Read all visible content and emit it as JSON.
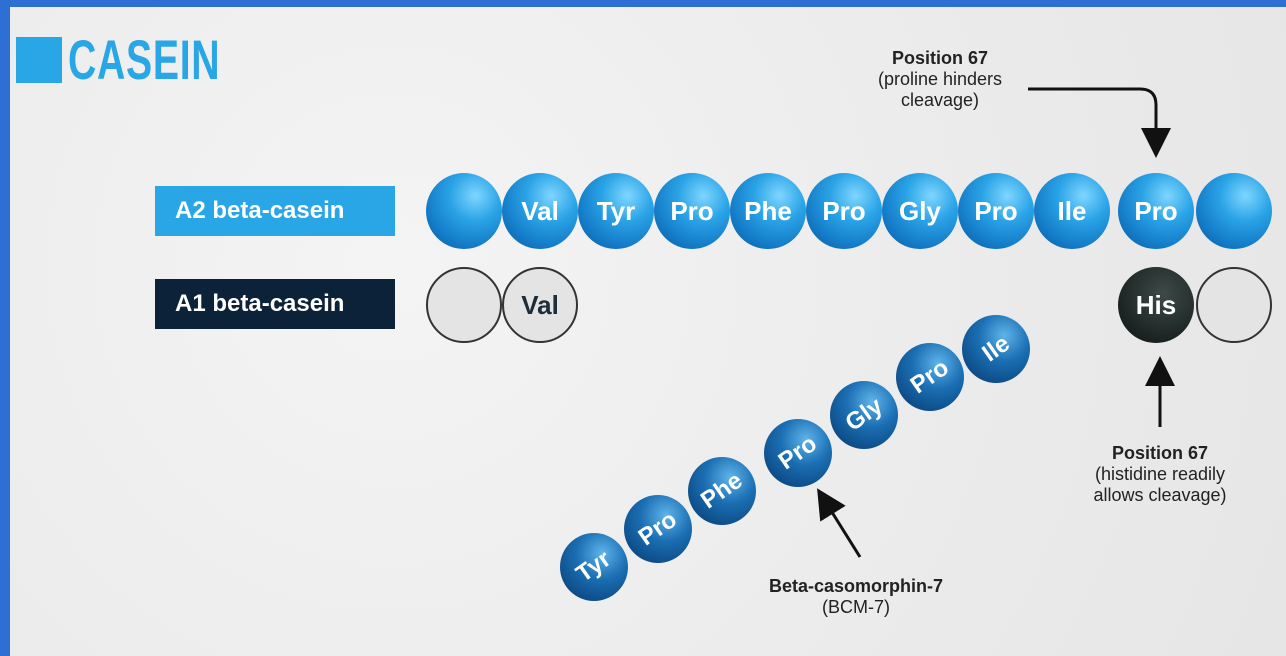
{
  "title": "CASEIN",
  "labels": {
    "a2": "A2 beta-casein",
    "a1": "A1 beta-casein"
  },
  "a2_chain": [
    "",
    "Val",
    "Tyr",
    "Pro",
    "Phe",
    "Pro",
    "Gly",
    "Pro",
    "Ile",
    "Pro",
    ""
  ],
  "a1_chain": {
    "left": [
      "",
      "Val"
    ],
    "right": [
      "His",
      ""
    ]
  },
  "bcm7_chain": [
    "Tyr",
    "Pro",
    "Phe",
    "Pro",
    "Gly",
    "Pro",
    "Ile"
  ],
  "notes": {
    "top": {
      "heading": "Position 67",
      "line1": "(proline hinders",
      "line2": "cleavage)"
    },
    "bottom": {
      "heading": "Position 67",
      "line1": "(histidine readily",
      "line2": "allows cleavage)"
    },
    "bcm": {
      "heading": "Beta-casomorphin-7",
      "line1": "(BCM-7)"
    }
  },
  "colors": {
    "frame": "#2d6fd3",
    "accent": "#29a6e6",
    "dark_label": "#0c2238",
    "histidine": "#1a2322"
  }
}
